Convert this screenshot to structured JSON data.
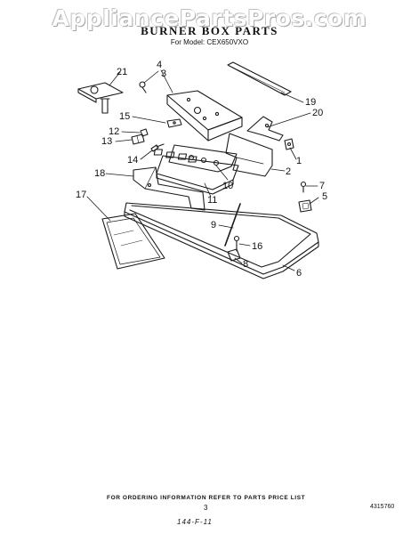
{
  "watermark": "AppliancePartsPros.com",
  "title": "BURNER BOX PARTS",
  "subtitle": "For Model: CEX650VXO",
  "callouts": [
    {
      "id": "1",
      "label": "1"
    },
    {
      "id": "2",
      "label": "2"
    },
    {
      "id": "3",
      "label": "3"
    },
    {
      "id": "4",
      "label": "4"
    },
    {
      "id": "5",
      "label": "5"
    },
    {
      "id": "6",
      "label": "6"
    },
    {
      "id": "7",
      "label": "7"
    },
    {
      "id": "8",
      "label": "8"
    },
    {
      "id": "9",
      "label": "9"
    },
    {
      "id": "10",
      "label": "10"
    },
    {
      "id": "11",
      "label": "11"
    },
    {
      "id": "12",
      "label": "12"
    },
    {
      "id": "13",
      "label": "13"
    },
    {
      "id": "14",
      "label": "14"
    },
    {
      "id": "15",
      "label": "15"
    },
    {
      "id": "16",
      "label": "16"
    },
    {
      "id": "17",
      "label": "17"
    },
    {
      "id": "18",
      "label": "18"
    },
    {
      "id": "19",
      "label": "19"
    },
    {
      "id": "20",
      "label": "20"
    },
    {
      "id": "21",
      "label": "21"
    }
  ],
  "footer": {
    "ordering_note": "FOR ORDERING INFORMATION REFER TO PARTS PRICE LIST",
    "page_number": "3",
    "part_number": "4315760",
    "handwritten": "144-F-11"
  }
}
